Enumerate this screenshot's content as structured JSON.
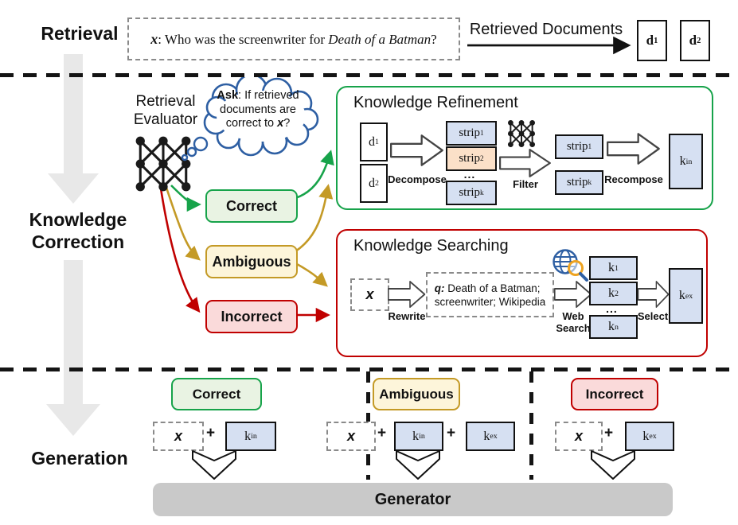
{
  "colors": {
    "green": "#17a34a",
    "gold": "#c49a26",
    "red": "#c00000",
    "correct_fill": "#e9f3e3",
    "ambiguous_fill": "#fdf5da",
    "incorrect_fill": "#fadada",
    "knowledge_box_fill": "#d6e0f2",
    "strip_highlight_fill": "#fbe0c8",
    "bubble_blue": "#2e5fa3",
    "generator_gray": "#c9c9c9",
    "flow_arrow_gray": "#e8e8e8"
  },
  "retrieval": {
    "section_label": "Retrieval",
    "query": {
      "x": "x",
      "mid": ": Who was the screenwriter for ",
      "title_italic": "Death of a Batman",
      "end": "?"
    },
    "retrieved_docs_label": "Retrieved Documents",
    "d1": {
      "base": "d",
      "sub": "1"
    },
    "d2": {
      "base": "d",
      "sub": "2"
    }
  },
  "correction": {
    "section_label_1": "Knowledge",
    "section_label_2": "Correction",
    "evaluator_1": "Retrieval",
    "evaluator_2": "Evaluator",
    "ask": {
      "bold": "Ask",
      "rest1": ": If retrieved",
      "line2": "documents are",
      "line3a": "correct to ",
      "x": "x",
      "line3b": "?"
    },
    "correct": "Correct",
    "ambiguous": "Ambiguous",
    "incorrect": "Incorrect"
  },
  "refinement": {
    "title": "Knowledge Refinement",
    "d1": {
      "base": "d",
      "sub": "1"
    },
    "d2": {
      "base": "d",
      "sub": "2"
    },
    "decompose": "Decompose",
    "strip1": {
      "base": "strip",
      "sub": "1"
    },
    "strip2": {
      "base": "strip",
      "sub": "2"
    },
    "dots": "...",
    "stripk": {
      "base": "strip",
      "sub": "k"
    },
    "filter": "Filter",
    "out_strip1": {
      "base": "strip",
      "sub": "1"
    },
    "out_stripk": {
      "base": "strip",
      "sub": "k"
    },
    "recompose": "Recompose",
    "kin": {
      "base": "k",
      "sub": "in"
    }
  },
  "searching": {
    "title": "Knowledge Searching",
    "x": "x",
    "rewrite": "Rewrite",
    "q": {
      "bold": "q:",
      "line1": " Death of a Batman;",
      "line2": "screenwriter; Wikipedia"
    },
    "web1": "Web",
    "web2": "Search",
    "k1": {
      "base": "k",
      "sub": "1"
    },
    "k2": {
      "base": "k",
      "sub": "2"
    },
    "dots": "...",
    "kn": {
      "base": "k",
      "sub": "n"
    },
    "select": "Select",
    "kex": {
      "base": "k",
      "sub": "ex"
    }
  },
  "generation": {
    "section_label": "Generation",
    "plus": "+",
    "col1": {
      "badge": "Correct",
      "x": "x",
      "k1": {
        "base": "k",
        "sub": "in"
      }
    },
    "col2": {
      "badge": "Ambiguous",
      "x": "x",
      "k1": {
        "base": "k",
        "sub": "in"
      },
      "k2": {
        "base": "k",
        "sub": "ex"
      }
    },
    "col3": {
      "badge": "Incorrect",
      "x": "x",
      "k1": {
        "base": "k",
        "sub": "ex"
      }
    },
    "generator": "Generator"
  }
}
